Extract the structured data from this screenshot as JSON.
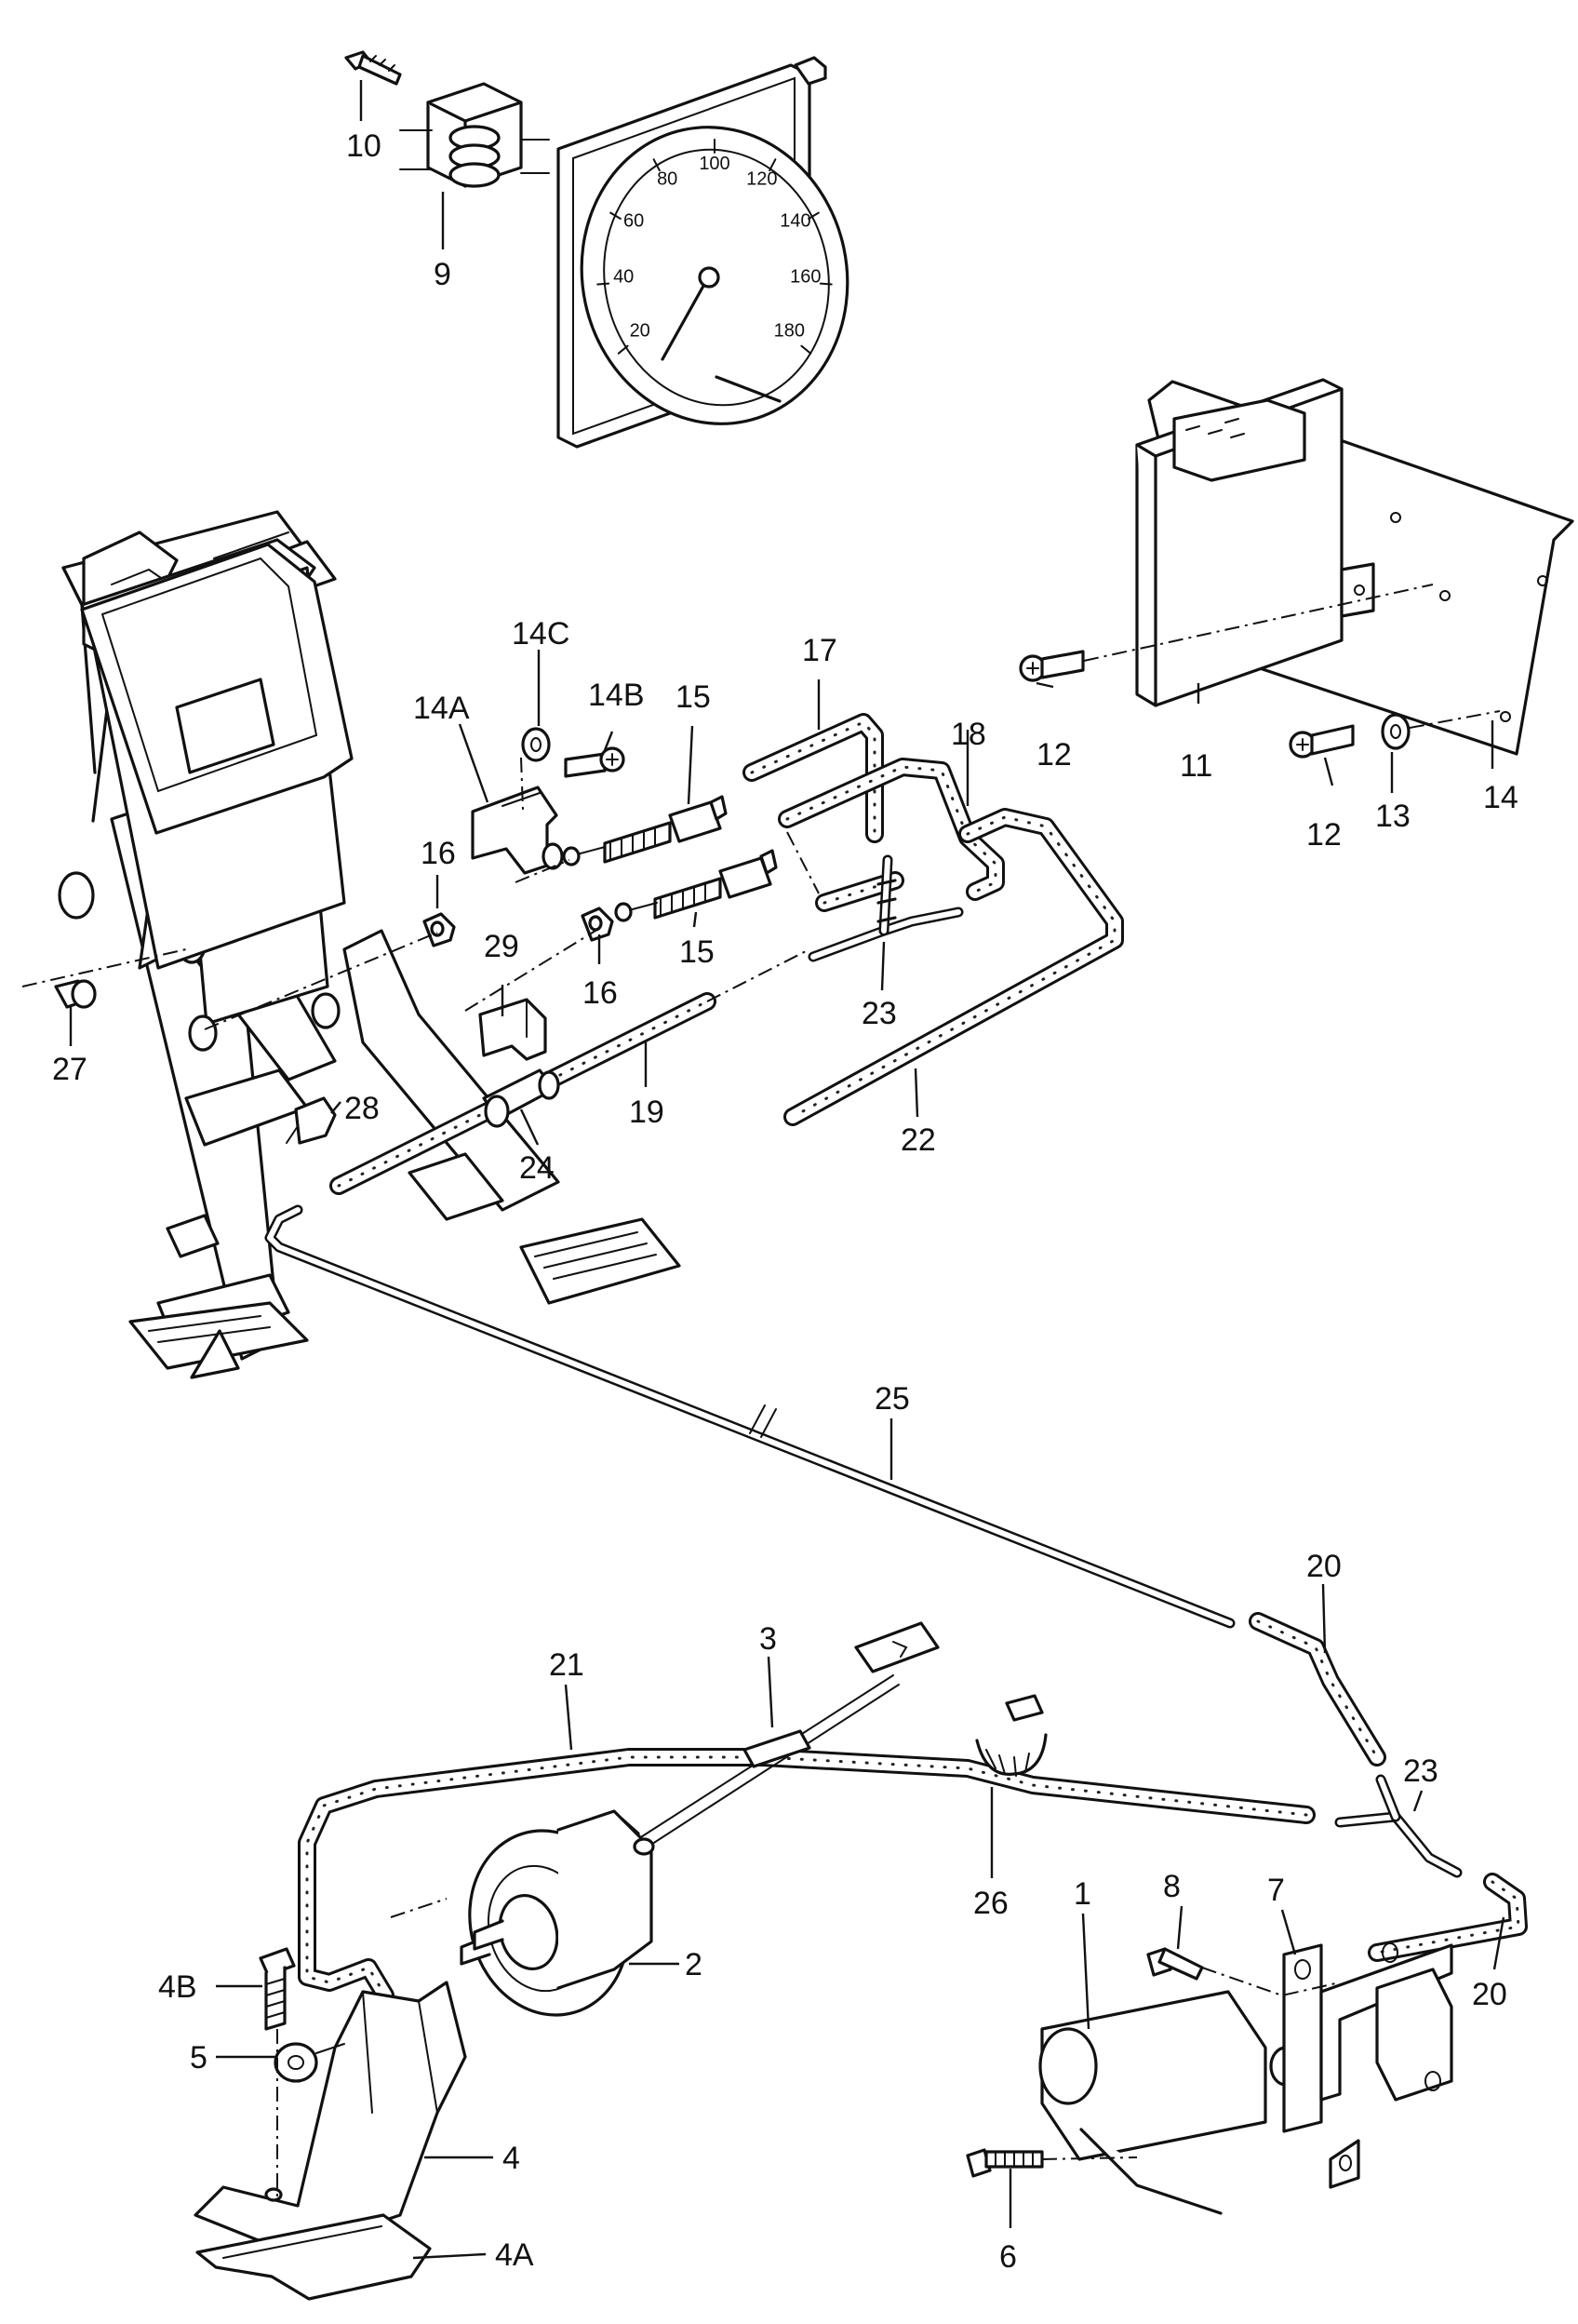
{
  "labels": [
    {
      "id": "1",
      "text": "1"
    },
    {
      "id": "2",
      "text": "2"
    },
    {
      "id": "3",
      "text": "3"
    },
    {
      "id": "4",
      "text": "4"
    },
    {
      "id": "4A",
      "text": "4A"
    },
    {
      "id": "4B",
      "text": "4B"
    },
    {
      "id": "5",
      "text": "5"
    },
    {
      "id": "6",
      "text": "6"
    },
    {
      "id": "7",
      "text": "7"
    },
    {
      "id": "8",
      "text": "8"
    },
    {
      "id": "9",
      "text": "9"
    },
    {
      "id": "10",
      "text": "10"
    },
    {
      "id": "11",
      "text": "11"
    },
    {
      "id": "12a",
      "text": "12"
    },
    {
      "id": "12b",
      "text": "12"
    },
    {
      "id": "13",
      "text": "13"
    },
    {
      "id": "14",
      "text": "14"
    },
    {
      "id": "14A",
      "text": "14A"
    },
    {
      "id": "14B",
      "text": "14B"
    },
    {
      "id": "14C",
      "text": "14C"
    },
    {
      "id": "15a",
      "text": "15"
    },
    {
      "id": "15b",
      "text": "15"
    },
    {
      "id": "16a",
      "text": "16"
    },
    {
      "id": "16b",
      "text": "16"
    },
    {
      "id": "17",
      "text": "17"
    },
    {
      "id": "18",
      "text": "18"
    },
    {
      "id": "19",
      "text": "19"
    },
    {
      "id": "20a",
      "text": "20"
    },
    {
      "id": "20b",
      "text": "20"
    },
    {
      "id": "21",
      "text": "21"
    },
    {
      "id": "22",
      "text": "22"
    },
    {
      "id": "23a",
      "text": "23"
    },
    {
      "id": "23b",
      "text": "23"
    },
    {
      "id": "24",
      "text": "24"
    },
    {
      "id": "25",
      "text": "25"
    },
    {
      "id": "26",
      "text": "26"
    },
    {
      "id": "27",
      "text": "27"
    },
    {
      "id": "28",
      "text": "28"
    },
    {
      "id": "29",
      "text": "29"
    }
  ],
  "speedometer": {
    "scale": [
      "20",
      "40",
      "60",
      "80",
      "100",
      "120",
      "140",
      "160",
      "180"
    ]
  }
}
